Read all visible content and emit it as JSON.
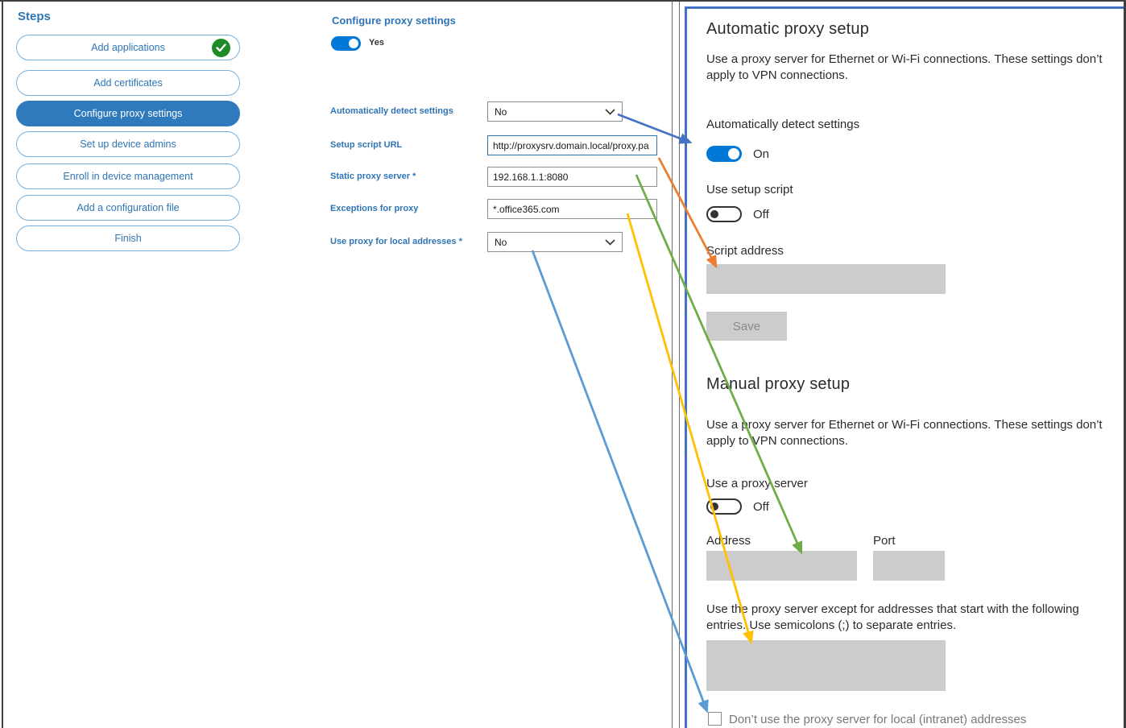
{
  "sidebar": {
    "title": "Steps",
    "items": [
      {
        "label": "Add applications",
        "completed": true
      },
      {
        "label": "Add certificates"
      },
      {
        "label": "Configure proxy settings",
        "selected": true
      },
      {
        "label": "Set up device admins"
      },
      {
        "label": "Enroll in device management"
      },
      {
        "label": "Add a configuration file"
      },
      {
        "label": "Finish"
      }
    ]
  },
  "form": {
    "title": "Configure proxy settings",
    "toggle_value": "Yes",
    "fields": [
      {
        "label": "Automatically detect settings",
        "type": "select",
        "value": "No"
      },
      {
        "label": "Setup script URL",
        "type": "text",
        "value": "http://proxysrv.domain.local/proxy.pa"
      },
      {
        "label": "Static proxy server *",
        "type": "text",
        "value": "192.168.1.1:8080"
      },
      {
        "label": "Exceptions for proxy",
        "type": "text",
        "value": "*.office365.com"
      },
      {
        "label": "Use proxy for local addresses *",
        "type": "select",
        "value": "No"
      }
    ]
  },
  "panel": {
    "auto": {
      "title": "Automatic proxy setup",
      "description": "Use a proxy server for Ethernet or Wi-Fi connections. These settings don’t apply to VPN connections.",
      "detect_label": "Automatically detect settings",
      "detect_state": "On",
      "script_toggle_label": "Use setup script",
      "script_toggle_state": "Off",
      "script_address_label": "Script address",
      "save_label": "Save"
    },
    "manual": {
      "title": "Manual proxy setup",
      "description": "Use a proxy server for Ethernet or Wi-Fi connections. These settings don’t apply to VPN connections.",
      "proxy_toggle_label": "Use a proxy server",
      "proxy_toggle_state": "Off",
      "address_label": "Address",
      "port_label": "Port",
      "exceptions_help": "Use the proxy server except for addresses that start with the following entries. Use semicolons (;) to separate entries.",
      "local_checkbox_label": "Don’t use the proxy server for local (intranet) addresses",
      "local_checkbox_checked": false
    }
  },
  "colors": {
    "accent_blue": "#2e74b5",
    "selected_step": "#2f7abc",
    "toggle_on": "#0078d7",
    "panel_border": "#4472c4",
    "disabled_gray": "#cccccc",
    "check_green": "#1d8b26",
    "arrow_dark_blue": "#4472c4",
    "arrow_orange": "#ed7d31",
    "arrow_green": "#70ad47",
    "arrow_yellow": "#ffc000",
    "arrow_light_blue": "#5b9bd5"
  }
}
